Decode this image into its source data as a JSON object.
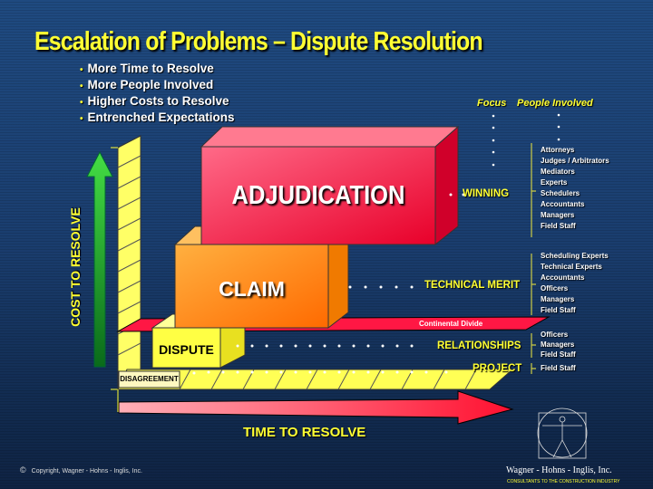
{
  "title": "Escalation of Problems – Dispute Resolution",
  "bullets": [
    "More Time to Resolve",
    "More People Involved",
    "Higher Costs to Resolve",
    "Entrenched Expectations"
  ],
  "axes": {
    "y_label": "COST TO RESOLVE",
    "x_label": "TIME TO RESOLVE"
  },
  "stages": {
    "adjudication": "ADJUDICATION",
    "claim": "CLAIM",
    "dispute": "DISPUTE",
    "disagreement": "DISAGREEMENT",
    "divide": "Continental Divide"
  },
  "headers": {
    "focus": "Focus",
    "people": "People Involved"
  },
  "focus": {
    "winning": "WINNING",
    "technical": "TECHNICAL MERIT",
    "relationships": "RELATIONSHIPS",
    "project": "PROJECT"
  },
  "people": {
    "winning": [
      "Attorneys",
      "Judges / Arbitrators",
      "Mediators",
      "Experts",
      "Schedulers",
      "Accountants",
      "Managers",
      "Field Staff"
    ],
    "technical": [
      "Scheduling Experts",
      "Technical Experts",
      "Accountants",
      "Officers",
      "Managers",
      "Field Staff"
    ],
    "relationships": [
      "Officers",
      "Managers",
      "Field Staff"
    ],
    "project": [
      "Field Staff"
    ]
  },
  "footer": {
    "copyright_symbol": "©",
    "copyright": "Copyright,  Wagner - Hohns - Inglis, Inc.",
    "company": "Wagner  -  Hohns  -  Inglis, Inc.",
    "tagline": "CONSULTANTS TO THE CONSTRUCTION INDUSTRY"
  },
  "colors": {
    "yellow": "#ffff33",
    "red": "#ff1744",
    "orange": "#ff8c1a",
    "green": "#22aa33"
  }
}
